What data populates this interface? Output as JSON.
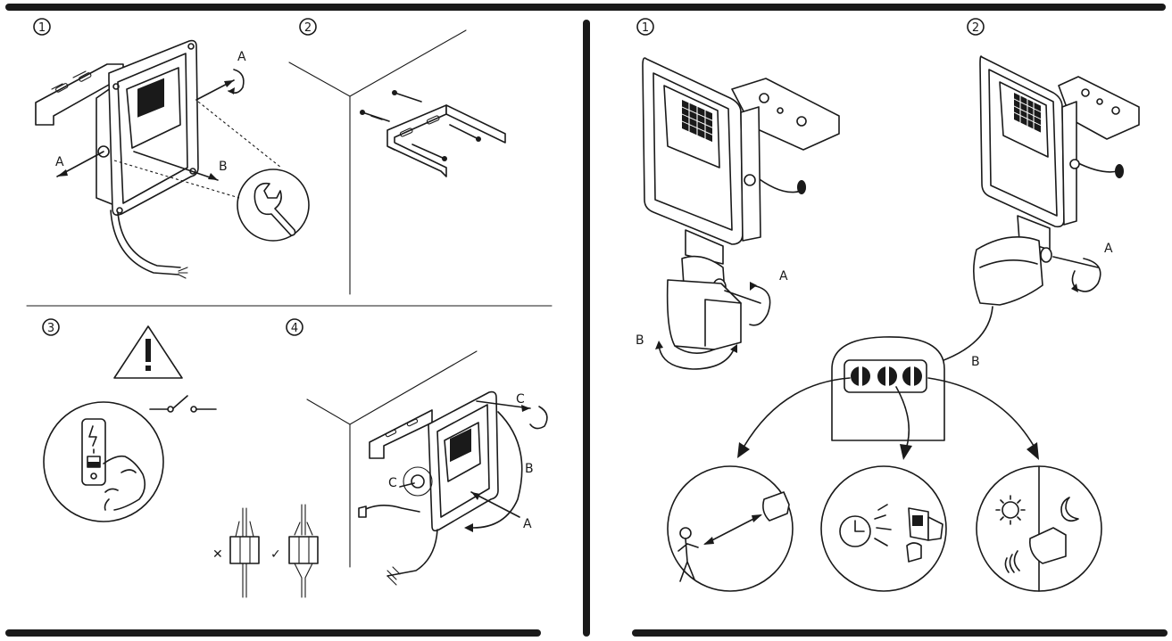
{
  "steps": {
    "left_1": "1",
    "left_2": "2",
    "left_3": "3",
    "left_4": "4",
    "right_1": "1",
    "right_2": "2"
  },
  "labels": {
    "a": "A",
    "b": "B",
    "c": "C"
  },
  "wiring_marks": {
    "wrong": "✕",
    "right": "✓"
  },
  "colors": {
    "ink": "#1a1a1a",
    "paper": "#ffffff"
  }
}
